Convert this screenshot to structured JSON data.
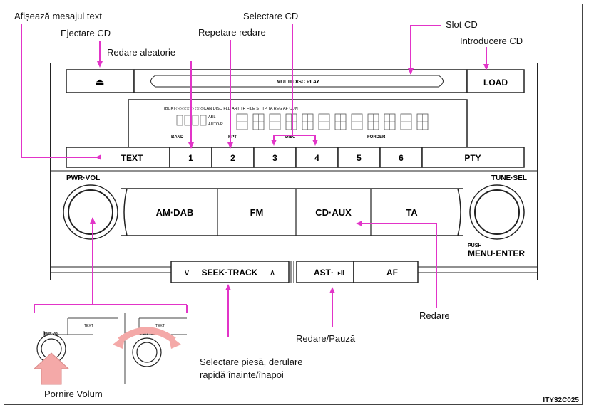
{
  "labels": {
    "text_display": "Afișează mesajul text",
    "eject": "Ejectare CD",
    "random": "Redare aleatorie",
    "repeat": "Repetare redare",
    "cd_select": "Selectare CD",
    "slot": "Slot CD",
    "insert": "Introducere CD",
    "play": "Redare",
    "play_pause": "Redare/Pauză",
    "track_select": "Selectare piesă, derulare rapidă înainte/înapoi",
    "power_volume": "Pornire Volum"
  },
  "radio": {
    "eject_symbol": "⏏",
    "slot_label": "MULTI-DISC PLAY",
    "load_button": "LOAD",
    "display_indicators": "(BCK) ◇◇◇◇◇◇ ◇◇SCAN DISC  FLD ART TR FILE ST   TP TA REG   AF CON",
    "display_abl": "ABL",
    "display_autop": "AUTO-P",
    "display_band": "BAND",
    "display_rpt": "RPT",
    "display_disc": "DISC",
    "display_folder": "FORDER",
    "text_button": "TEXT",
    "preset_buttons": [
      "1",
      "2",
      "3",
      "4",
      "5",
      "6"
    ],
    "pty_button": "PTY",
    "pwr_vol_label": "PWR·VOL",
    "tune_sel_label": "TUNE·SEL",
    "band_buttons": [
      "AM·DAB",
      "FM",
      "CD·AUX",
      "TA"
    ],
    "push_label": "PUSH",
    "menu_enter_label": "MENU·ENTER",
    "seek_track_label": "SEEK·TRACK",
    "ast_label": "AST·",
    "play_pause_symbol": "▸II",
    "af_label": "AF",
    "inset_text_label": "TEXT",
    "inset_pwrvol_label": "PWR·VOL"
  },
  "figure_code": "ITY32C025",
  "colors": {
    "arrow": "#e234c8",
    "panel_line": "#222222",
    "inset_arrow": "#f4a9a8"
  }
}
